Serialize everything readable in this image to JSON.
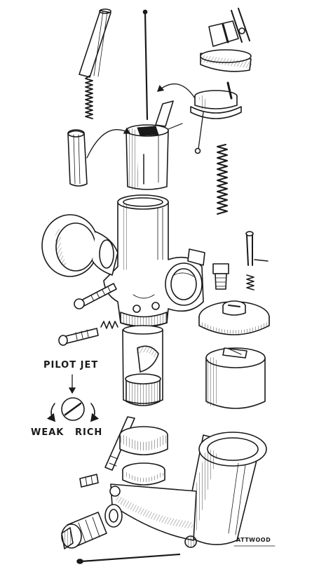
{
  "labels": {
    "pilot_jet": "PILOT JET",
    "weak": "WEAK",
    "rich": "RICH"
  },
  "signature": "ATTWOOD",
  "colors": {
    "ink": "#1a1a1a",
    "paper": "#ffffff",
    "shade": "#d9d9d9"
  }
}
